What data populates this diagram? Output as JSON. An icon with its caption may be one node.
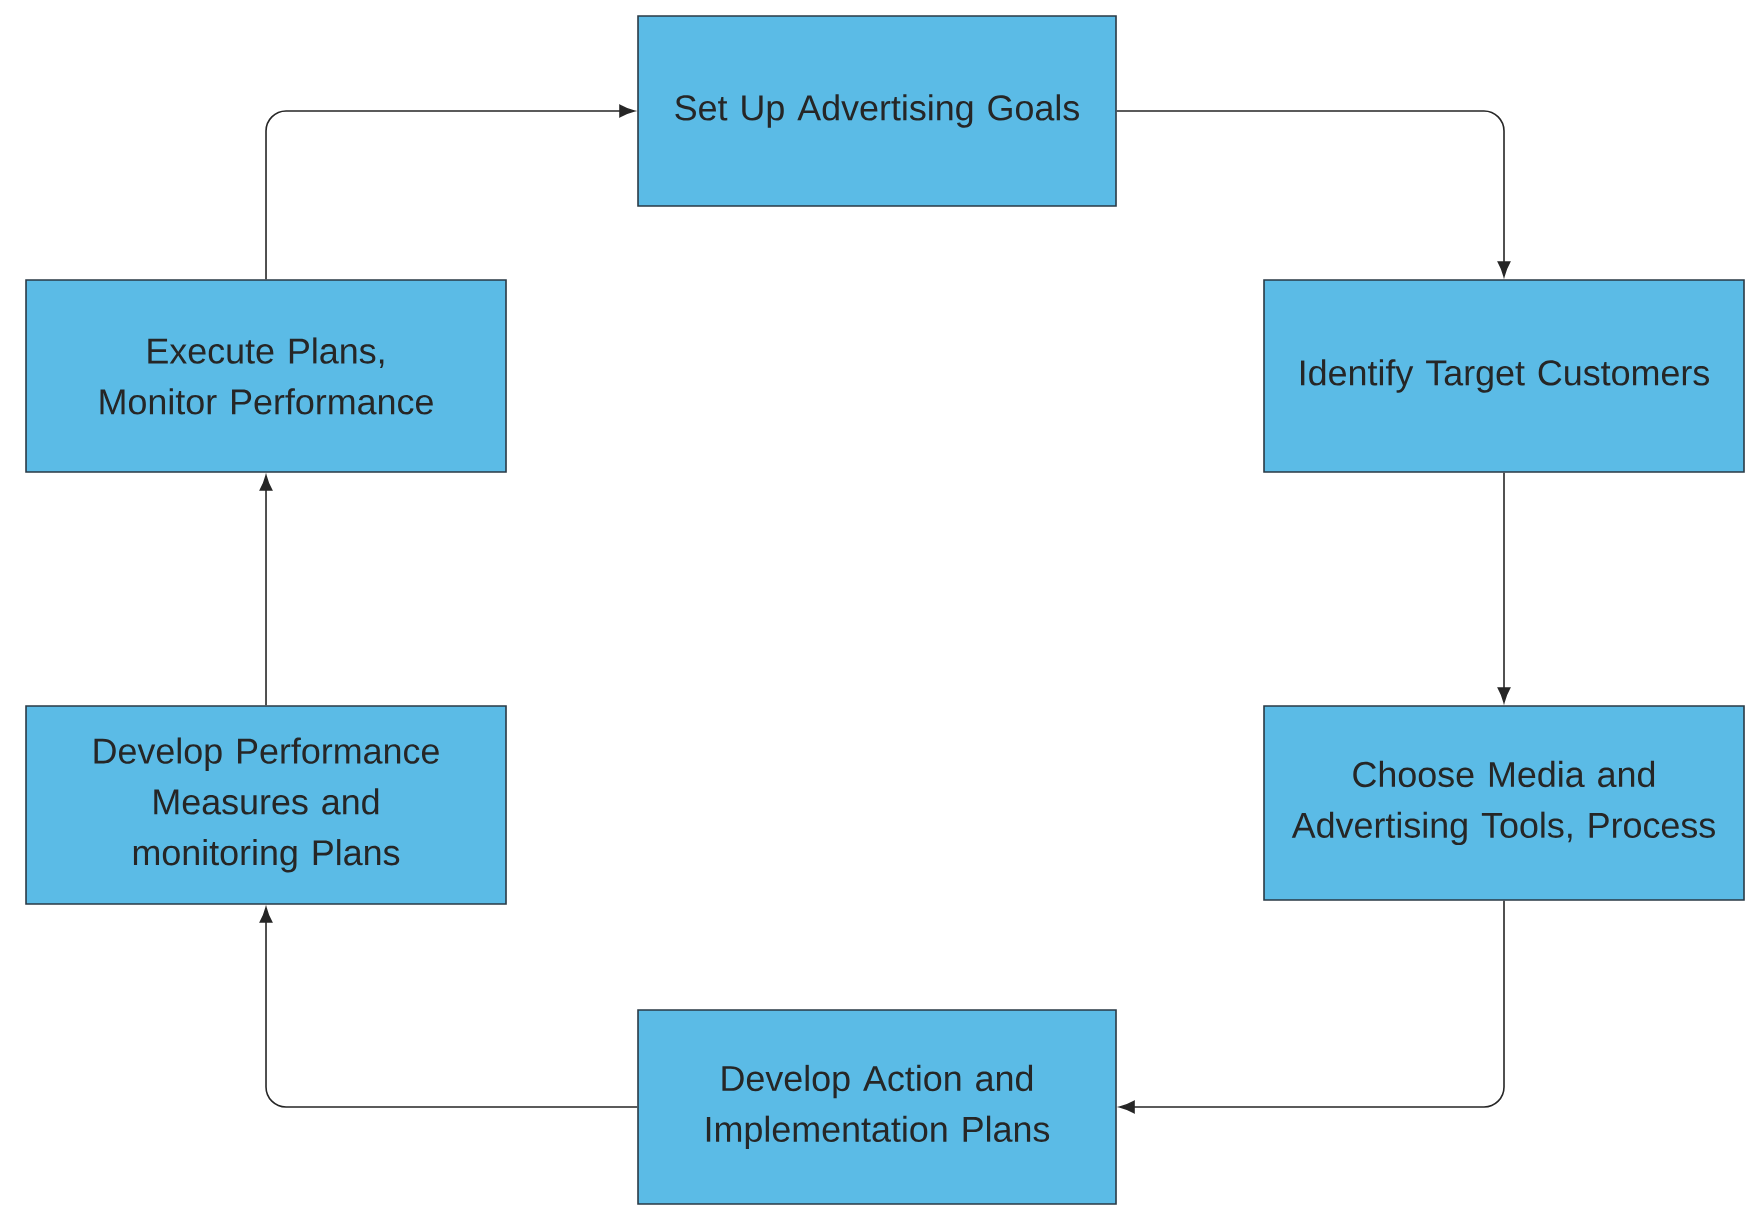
{
  "diagram": {
    "nodes": [
      {
        "text": [
          "Set Up Advertising Goals"
        ]
      },
      {
        "text": [
          "Identify Target Customers"
        ]
      },
      {
        "text": [
          "Choose Media and Advertising Tools, Process"
        ]
      },
      {
        "text": [
          "Develop Action and Implementation Plans"
        ]
      },
      {
        "text": [
          "Develop Performance Measures and monitoring Plans"
        ]
      },
      {
        "text": [
          "Execute Plans, Monitor Performance"
        ]
      }
    ],
    "edges": [
      {
        "from": 0,
        "to": 1,
        "arrow": "to"
      },
      {
        "from": 1,
        "to": 2,
        "arrow": "to"
      },
      {
        "from": 2,
        "to": 3,
        "arrow": "to"
      },
      {
        "from": 3,
        "to": 4,
        "arrow": "to"
      },
      {
        "from": 4,
        "to": 5,
        "arrow": "to"
      },
      {
        "from": 5,
        "to": 0,
        "arrow": "to"
      }
    ]
  }
}
